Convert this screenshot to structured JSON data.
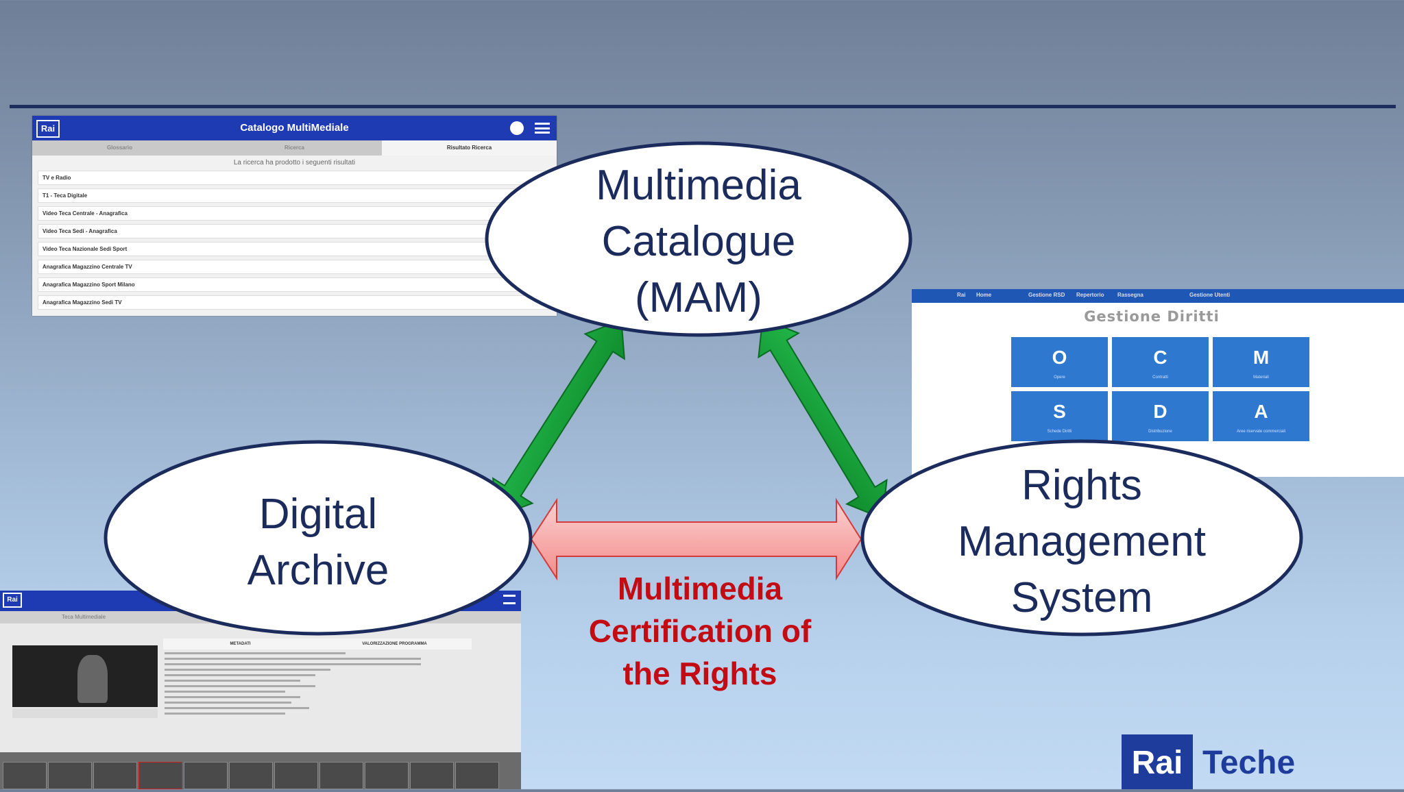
{
  "nodes": {
    "mam": "Multimedia\nCatalogue\n(MAM)",
    "archive": "Digital\nArchive",
    "rights": "Rights\nManagement\nSystem"
  },
  "certification": "Multimedia\nCertification of\nthe Rights",
  "colors": {
    "rule": "#1d2d5e",
    "ellipse_border": "#1b2b5c",
    "green_arrow": "#1aa33a",
    "red_arrow": "#f7a6a6",
    "cert_text": "#c30b14",
    "rai_blue": "#1d3c9c"
  },
  "screenshots": {
    "catalogo": {
      "logo": "Rai",
      "title": "Catalogo MultiMediale",
      "tabs": [
        "Glossario",
        "Ricerca",
        "Risultato Ricerca"
      ],
      "found_text": "La ricerca ha prodotto i seguenti risultati",
      "rows": [
        "TV e Radio",
        "T1 - Teca Digitale",
        "Video Teca Centrale - Anagrafica",
        "Video Teca Sedi - Anagrafica",
        "Video Teca Nazionale Sedi Sport",
        "Anagrafica Magazzino Centrale TV",
        "Anagrafica Magazzino Sport Milano",
        "Anagrafica Magazzino Sedi TV"
      ]
    },
    "gestione": {
      "title": "Gestione Diritti",
      "nav": [
        "Rai",
        "Home",
        "Gestione RSD",
        "Repertorio",
        "Rassegna",
        "Gestione Utenti"
      ],
      "tiles": [
        {
          "letter": "O",
          "sub": "Opere"
        },
        {
          "letter": "C",
          "sub": "Contratti"
        },
        {
          "letter": "M",
          "sub": "Materiali"
        },
        {
          "letter": "S",
          "sub": "Schede Diritti"
        },
        {
          "letter": "D",
          "sub": "Distribuzione"
        },
        {
          "letter": "A",
          "sub": "Aree riservate commerciali"
        }
      ]
    },
    "archive": {
      "logo": "Rai",
      "sub": "Teca Multimediale",
      "tabs": [
        "METADATI",
        "VALORIZZAZIONE PROGRAMMA"
      ]
    }
  },
  "logo": {
    "rai": "Rai",
    "teche": "Teche"
  }
}
